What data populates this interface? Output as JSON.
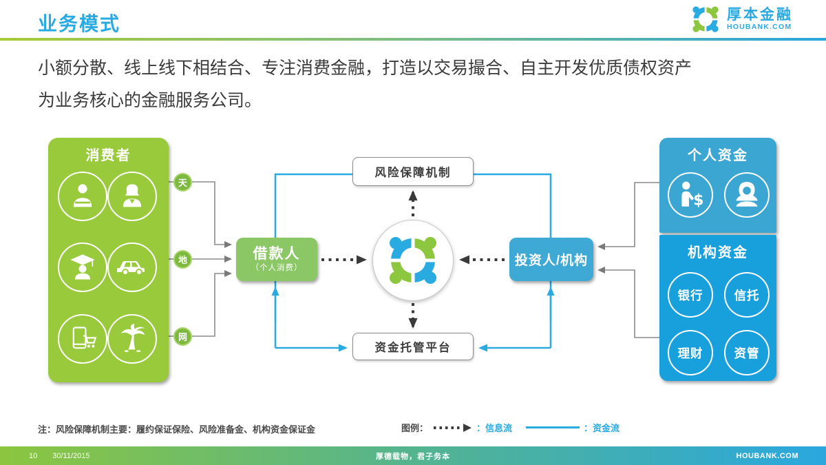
{
  "header": {
    "title": "业务模式",
    "brand": {
      "name": "厚本金融",
      "domain": "HOUBANK.COM"
    }
  },
  "intro": "小额分散、线上线下相结合、专注消费金融，打造以交易撮合、自主开发优质债权资产为业务核心的金融服务公司。",
  "diagram": {
    "consumer_panel": {
      "title": "消费者",
      "icons": [
        "businessman-icon",
        "woman-icon",
        "graduate-icon",
        "car-icon",
        "mobile-shopping-icon",
        "palm-tree-icon"
      ]
    },
    "channels": [
      {
        "label": "天"
      },
      {
        "label": "地"
      },
      {
        "label": "网"
      }
    ],
    "borrower": {
      "title": "借款人",
      "subtitle": "（个人消费）"
    },
    "risk_box": "风险保障机制",
    "custody_box": "资金托管平台",
    "hub_icon": "houbank-pinwheel-logo",
    "investor": "投资人/机构",
    "personal_funds": {
      "title": "个人资金",
      "icons": [
        "investor-man-dollar-icon",
        "investor-woman-icon"
      ]
    },
    "institutional_funds": {
      "title": "机构资金",
      "items": [
        "银行",
        "信托",
        "理财",
        "资管"
      ]
    }
  },
  "note": "注：风险保障机制主要：履约保证保险、风险准备金、机构资金保证金",
  "legend": {
    "label": "图例：",
    "info_flow": "：信息流",
    "fund_flow": "：资金流"
  },
  "footer": {
    "page": "10",
    "date": "30/11/2015",
    "motto": "厚德载物，君子务本",
    "site": "HOUBANK.COM"
  },
  "colors": {
    "accent_blue": "#29ABE2",
    "panel_green": "#99CA3B",
    "borrower_green": "#8CC766",
    "channel_green": "#7CB93E",
    "investor_blue": "#3FA9D6",
    "personal_blue": "#3BA6D1",
    "institutional_blue": "#18A0DC",
    "info_flow_dark": "#3a3a3a",
    "connector_gray": "#8a8a8a"
  }
}
